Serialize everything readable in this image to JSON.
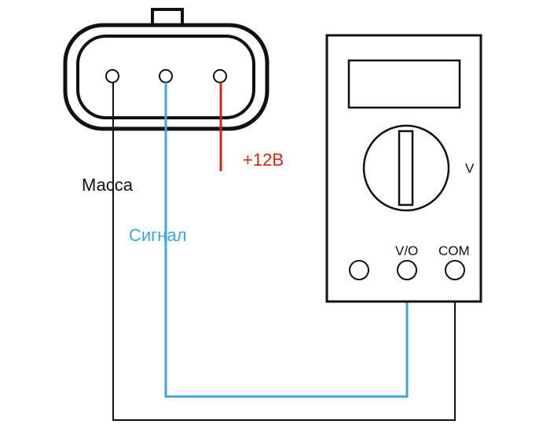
{
  "labels": {
    "ground": "Масса",
    "signal": "Сигнал",
    "power": "+12В",
    "meter_mode": "V",
    "port_vo": "V/O",
    "port_com": "COM"
  },
  "colors": {
    "ground_wire": "#111111",
    "signal_wire": "#3fa3e6",
    "power_wire": "#d0241b",
    "outline": "#111111"
  }
}
